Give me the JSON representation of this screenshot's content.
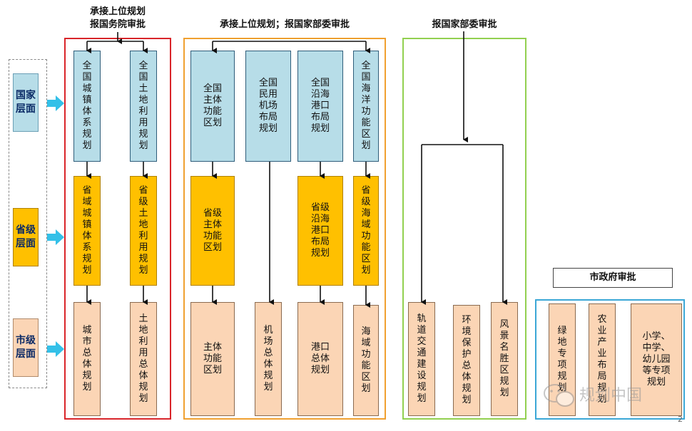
{
  "levels": {
    "national": "国家\n层面",
    "provincial": "省级\n层面",
    "municipal": "市级\n层面"
  },
  "groups": {
    "state_council": {
      "title": "承接上位规划\n报国务院审批",
      "color": "#d9252a"
    },
    "ministry_upper": {
      "title": "承接上位规划；报国家部委审批",
      "color": "#f0a030"
    },
    "ministry": {
      "title": "报国家部委审批",
      "color": "#92d050"
    },
    "city_gov": {
      "title": "市政府审批",
      "color": "#3ba7d6"
    }
  },
  "national_boxes": {
    "urban_system": "全\n国\n城\n镇\n体\n系\n规\n划",
    "land_use": "全\n国\n土\n地\n利\n用\n规\n划",
    "main_function": "全国\n主体\n功能\n区划",
    "airport": "全国\n民用\n机场\n布局\n规划",
    "coastal_port": "全国\n沿海\n港口\n布局\n规划",
    "marine_function": "全\n国\n海\n洋\n功\n能\n区\n划"
  },
  "provincial_boxes": {
    "urban_system": "省\n域\n城\n镇\n体\n系\n规\n划",
    "land_use": "省\n级\n土\n地\n利\n用\n规\n划",
    "main_function": "省级\n主体\n功能\n区划",
    "coastal_port": "省级\n沿海\n港口\n布局\n规划",
    "marine_function": "省\n级\n海\n域\n功\n能\n区\n划"
  },
  "municipal_boxes": {
    "city_master": "城\n市\n总\n体\n规\n划",
    "land_use": "土\n地\n利\n用\n总\n体\n规\n划",
    "main_function": "主体\n功能\n区划",
    "airport": "机\n场\n总\n体\n规\n划",
    "port": "港口\n总体\n规划",
    "marine_function": "海\n域\n功\n能\n区\n划",
    "rail_transit": "轨\n道\n交\n通\n建\n设\n规\n划",
    "environment": "环\n境\n保\n护\n总\n体\n规\n划",
    "scenic_area": "风\n景\n名\n胜\n区\n规\n划",
    "green_space": "绿\n地\n专\n项\n规\n划",
    "agriculture": "农\n业\n产\n业\n布\n局\n规\n划",
    "schools": "小学、\n中学、\n幼儿园\n等专项\n规划"
  },
  "watermark": "规划中国",
  "page_number": "2"
}
